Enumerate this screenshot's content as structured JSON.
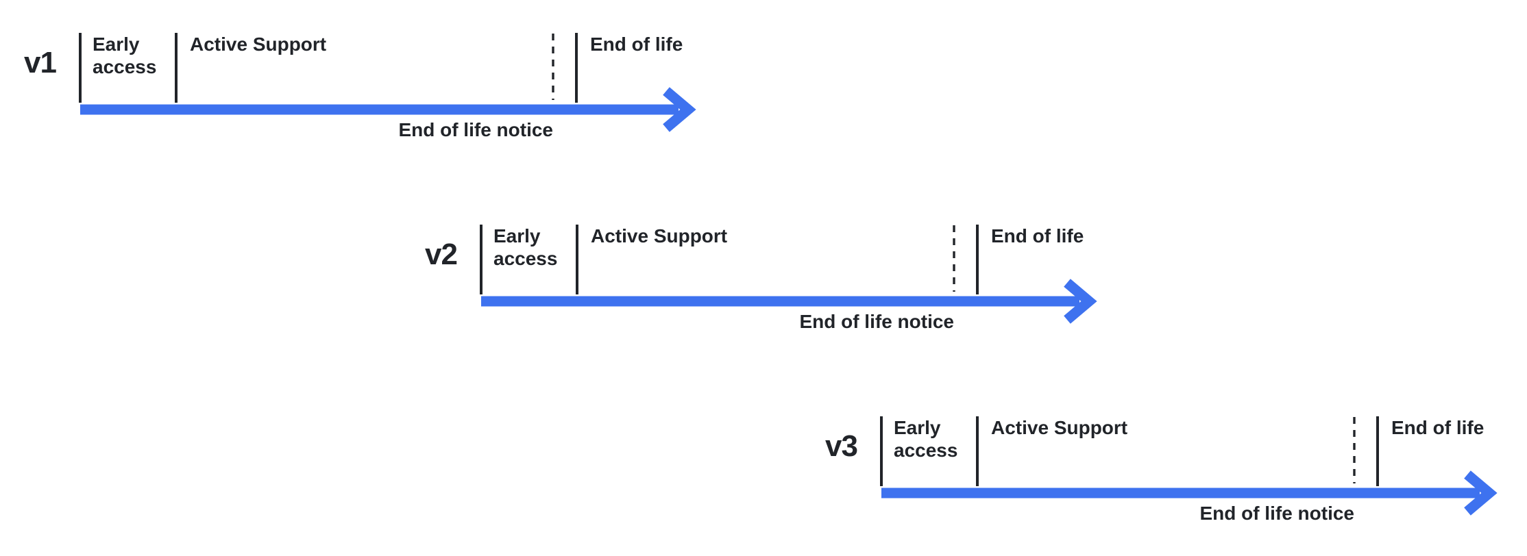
{
  "diagram": {
    "type": "version-lifecycle-timelines",
    "colors": {
      "arrow_blue": "#3E72EF",
      "ink": "#212429"
    },
    "phases_order": [
      "Early access",
      "Active Support",
      "End of life notice",
      "End of life"
    ],
    "timelines": [
      {
        "version": "v1",
        "early_access_label": "Early access",
        "active_support_label": "Active Support",
        "end_of_life_label": "End of life",
        "end_of_life_notice_label": "End of life notice"
      },
      {
        "version": "v2",
        "early_access_label": "Early access",
        "active_support_label": "Active Support",
        "end_of_life_label": "End of life",
        "end_of_life_notice_label": "End of life notice"
      },
      {
        "version": "v3",
        "early_access_label": "Early access",
        "active_support_label": "Active Support",
        "end_of_life_label": "End of life",
        "end_of_life_notice_label": "End of life notice"
      }
    ]
  }
}
